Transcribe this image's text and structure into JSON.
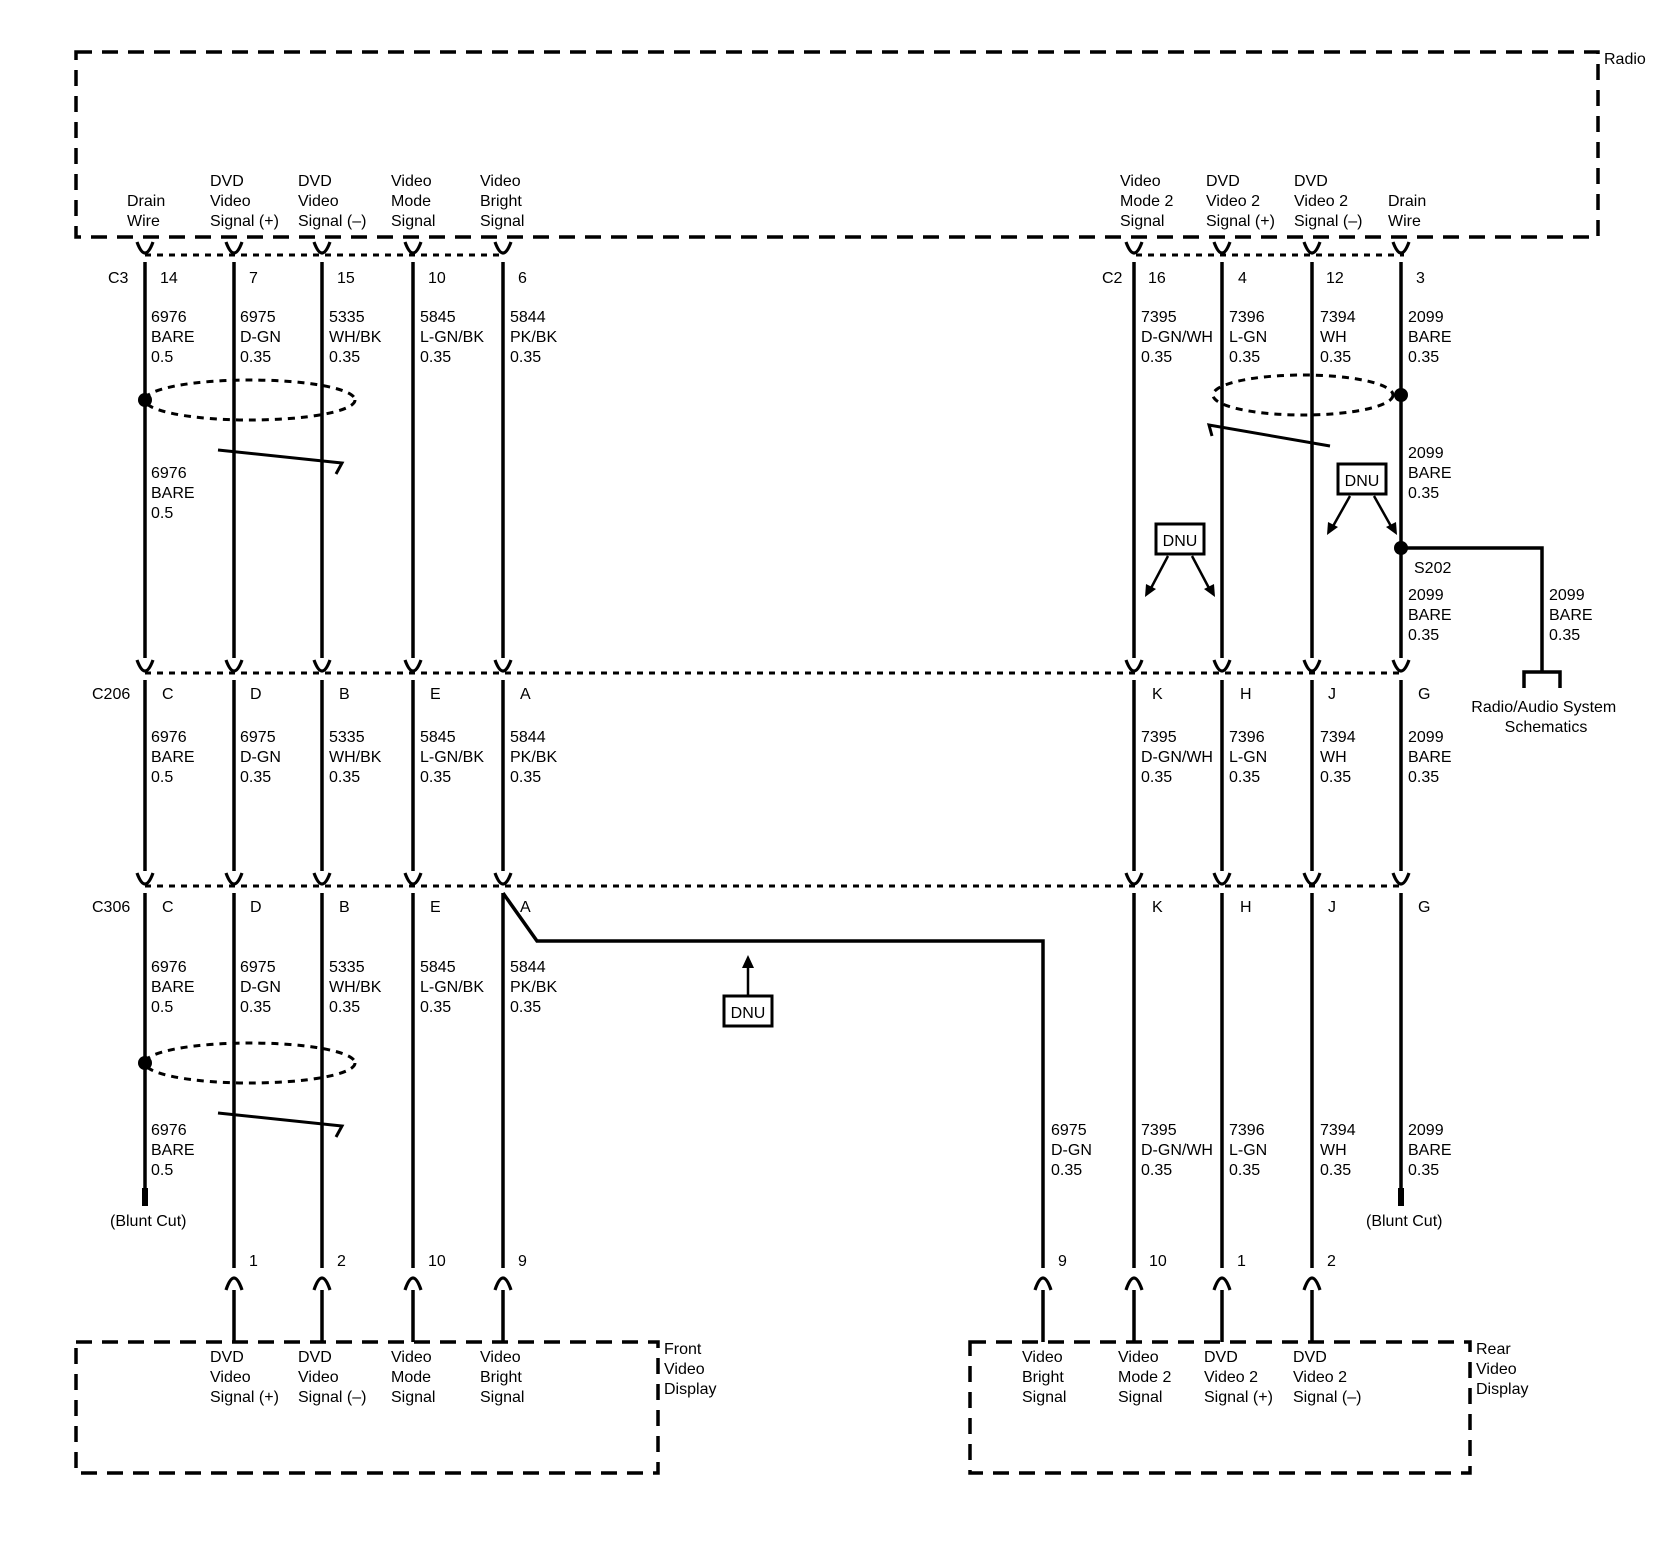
{
  "components": {
    "radio": "Radio",
    "front_display": [
      "Front",
      "Video",
      "Display"
    ],
    "rear_display": [
      "Rear",
      "Video",
      "Display"
    ]
  },
  "radio_pins": [
    [
      "Drain",
      "Wire"
    ],
    [
      "DVD",
      "Video",
      "Signal (+)"
    ],
    [
      "DVD",
      "Video",
      "Signal (–)"
    ],
    [
      "Video",
      "Mode",
      "Signal"
    ],
    [
      "Video",
      "Bright",
      "Signal"
    ],
    [
      "Video",
      "Mode 2",
      "Signal"
    ],
    [
      "DVD",
      "Video 2",
      "Signal (+)"
    ],
    [
      "DVD",
      "Video 2",
      "Signal (–)"
    ],
    [
      "Drain",
      "Wire"
    ]
  ],
  "connectors": {
    "c3": "C3",
    "c2": "C2",
    "c206": "C206",
    "c306": "C306",
    "s202": "S202"
  },
  "c3_pins": [
    "14",
    "7",
    "15",
    "10",
    "6"
  ],
  "c2_pins": [
    "16",
    "4",
    "12",
    "3"
  ],
  "c206_pins": [
    "C",
    "D",
    "B",
    "E",
    "A",
    "K",
    "H",
    "J",
    "G"
  ],
  "c306_pins": [
    "C",
    "D",
    "B",
    "E",
    "A",
    "K",
    "H",
    "J",
    "G"
  ],
  "front_display_pins": [
    "1",
    "2",
    "10",
    "9"
  ],
  "rear_display_pins": [
    "9",
    "10",
    "1",
    "2"
  ],
  "wires": {
    "w6976": [
      "6976",
      "BARE",
      "0.5"
    ],
    "w6975": [
      "6975",
      "D-GN",
      "0.35"
    ],
    "w5335": [
      "5335",
      "WH/BK",
      "0.35"
    ],
    "w5845": [
      "5845",
      "L-GN/BK",
      "0.35"
    ],
    "w5844": [
      "5844",
      "PK/BK",
      "0.35"
    ],
    "w7395": [
      "7395",
      "D-GN/WH",
      "0.35"
    ],
    "w7396": [
      "7396",
      "L-GN",
      "0.35"
    ],
    "w7394": [
      "7394",
      "WH",
      "0.35"
    ],
    "w2099": [
      "2099",
      "BARE",
      "0.35"
    ]
  },
  "front_display_labels": [
    [
      "DVD",
      "Video",
      "Signal (+)"
    ],
    [
      "DVD",
      "Video",
      "Signal (–)"
    ],
    [
      "Video",
      "Mode",
      "Signal"
    ],
    [
      "Video",
      "Bright",
      "Signal"
    ]
  ],
  "rear_display_labels": [
    [
      "Video",
      "Bright",
      "Signal"
    ],
    [
      "Video",
      "Mode 2",
      "Signal"
    ],
    [
      "DVD",
      "Video 2",
      "Signal (+)"
    ],
    [
      "DVD",
      "Video 2",
      "Signal (–)"
    ]
  ],
  "notes": {
    "dnu": "DNU",
    "blunt_cut": "(Blunt Cut)",
    "radio_audio_ref": [
      "Radio/Audio System",
      "Schematics"
    ]
  }
}
